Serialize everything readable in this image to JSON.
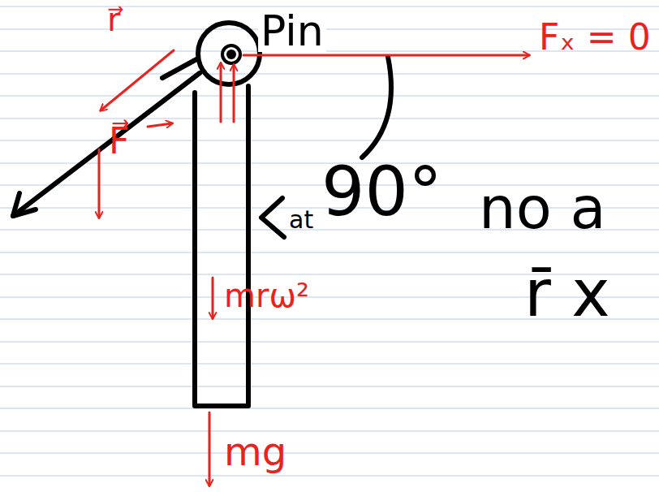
{
  "diagram": {
    "labels": [
      "r⃗",
      "Pin",
      "Fₓ = 0",
      "F⃗",
      "at",
      "90°",
      "no a",
      "r̄ x",
      "mrω²",
      "mg"
    ]
  }
}
